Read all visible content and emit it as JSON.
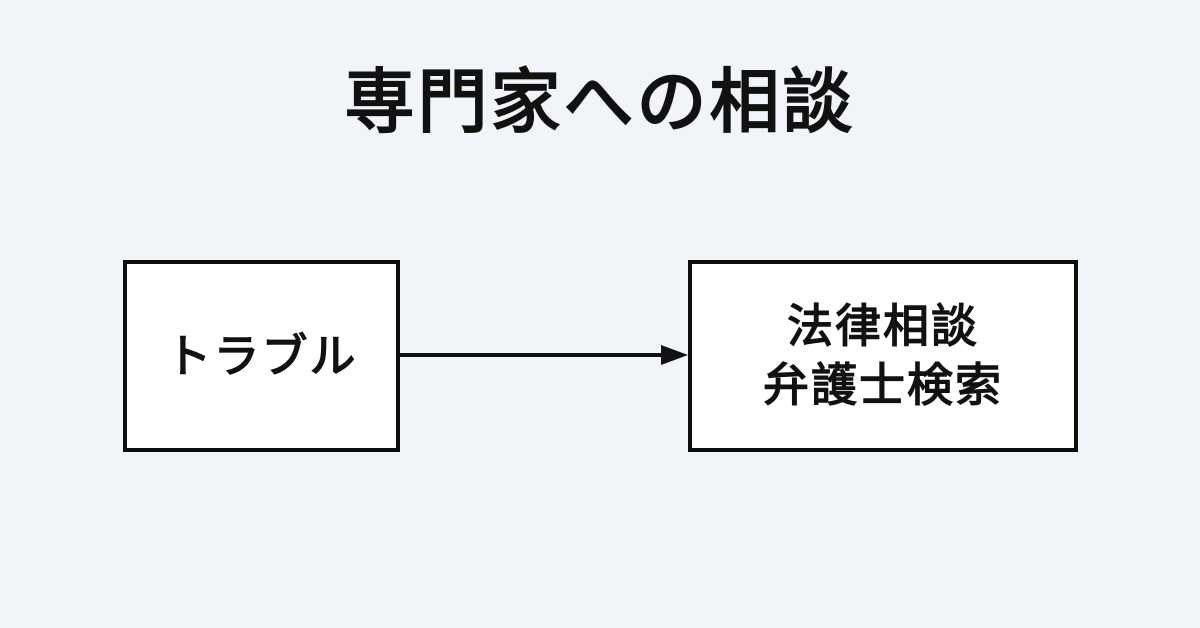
{
  "title": "専門家への相談",
  "colors": {
    "background": "#f1f5f9",
    "box_fill": "#ffffff",
    "box_border": "#0d0d0d",
    "text": "#111111",
    "arrow": "#111111"
  },
  "diagram": {
    "type": "flow",
    "direction": "left-to-right",
    "nodes": [
      {
        "id": "trouble",
        "shape": "rectangle",
        "lines": [
          "トラブル"
        ]
      },
      {
        "id": "legal-consultation",
        "shape": "rectangle",
        "lines": [
          "法律相談",
          "弁護士検索"
        ]
      }
    ],
    "edges": [
      {
        "from": "trouble",
        "to": "legal-consultation",
        "style": "solid",
        "arrowhead": "filled-triangle"
      }
    ]
  }
}
